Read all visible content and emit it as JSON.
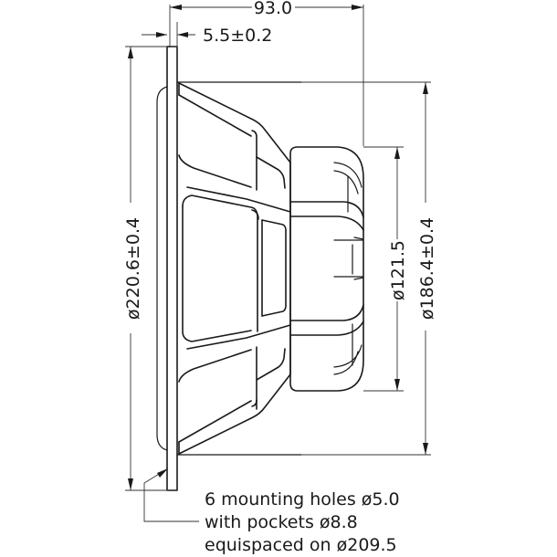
{
  "drawing": {
    "title": "Loudspeaker side-view dimensional drawing",
    "colors": {
      "line": "#1a1a1a",
      "background": "#ffffff"
    }
  },
  "dimensions": {
    "overall_depth": "93.0",
    "flange_thickness": "5.5±0.2",
    "flange_diameter": "ø220.6±0.4",
    "magnet_diameter": "ø121.5",
    "cutout_diameter": "ø186.4±0.4"
  },
  "notes": {
    "mounting_line_1": "6 mounting holes ø5.0",
    "mounting_line_2": "with pockets ø8.8",
    "mounting_line_3": "equispaced on ø209.5"
  }
}
